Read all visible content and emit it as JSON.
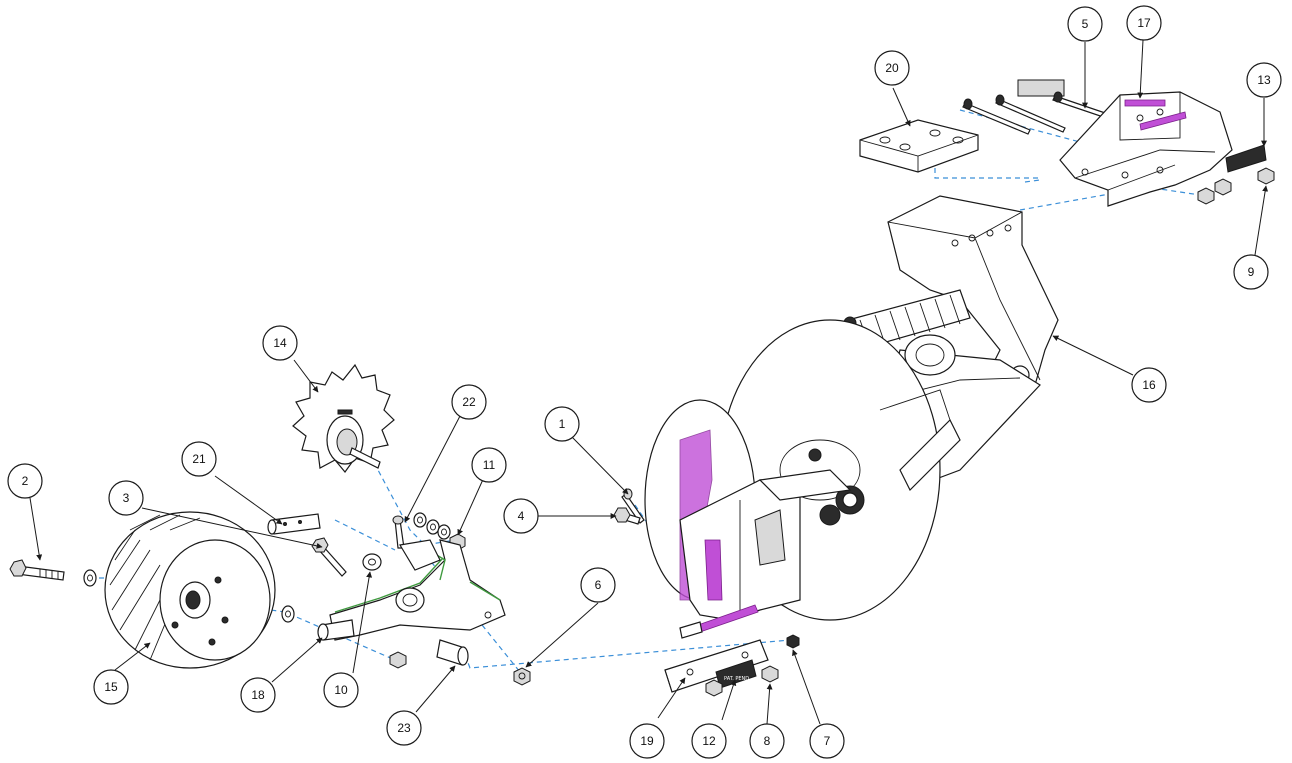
{
  "diagram": {
    "callouts": [
      "1",
      "2",
      "3",
      "4",
      "5",
      "6",
      "7",
      "8",
      "9",
      "10",
      "11",
      "12",
      "13",
      "14",
      "15",
      "16",
      "17",
      "18",
      "19",
      "20",
      "21",
      "22",
      "23"
    ],
    "tags": {
      "pat_plate": "PAT. PEND",
      "decal_13": "",
      "wheel_hub": "",
      "colors": {
        "dashed_line": "#3b8fd8",
        "highlight": "#c04fd6",
        "edge_highlight": "#3f9a3f",
        "ink": "#1a1a1a"
      }
    }
  }
}
